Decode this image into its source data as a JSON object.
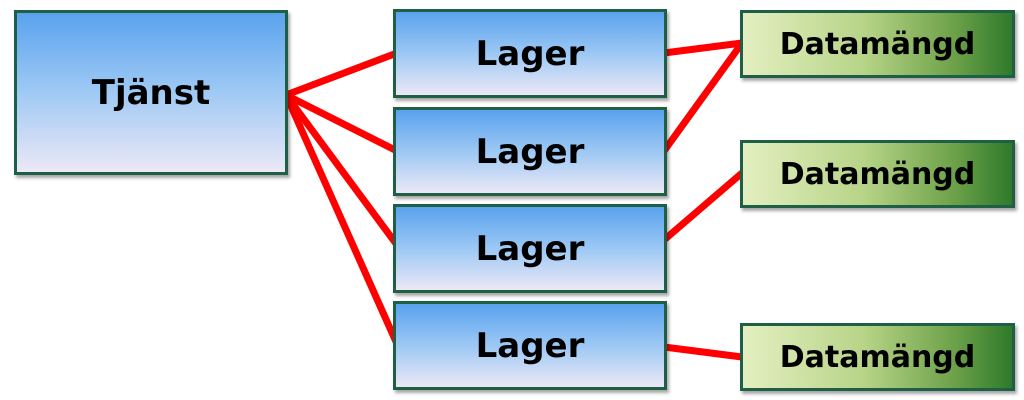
{
  "diagram": {
    "service": {
      "label": "Tjänst"
    },
    "layers": [
      {
        "label": "Lager"
      },
      {
        "label": "Lager"
      },
      {
        "label": "Lager"
      },
      {
        "label": "Lager"
      }
    ],
    "datasets": [
      {
        "label": "Datamängd"
      },
      {
        "label": "Datamängd"
      },
      {
        "label": "Datamängd"
      }
    ],
    "connections": [
      {
        "from": "service",
        "to": "layer-1"
      },
      {
        "from": "service",
        "to": "layer-2"
      },
      {
        "from": "service",
        "to": "layer-3"
      },
      {
        "from": "service",
        "to": "layer-4"
      },
      {
        "from": "layer-1",
        "to": "dataset-1"
      },
      {
        "from": "layer-2",
        "to": "dataset-1"
      },
      {
        "from": "layer-3",
        "to": "dataset-2"
      },
      {
        "from": "layer-4",
        "to": "dataset-3"
      }
    ],
    "colors": {
      "connector": "#ff0000",
      "border": "#1f5f45",
      "service_fill_top": "#5aa2ee",
      "service_fill_bottom": "#ece8f6",
      "dataset_fill_left": "#e3efc1",
      "dataset_fill_right": "#2f7a2b"
    }
  }
}
